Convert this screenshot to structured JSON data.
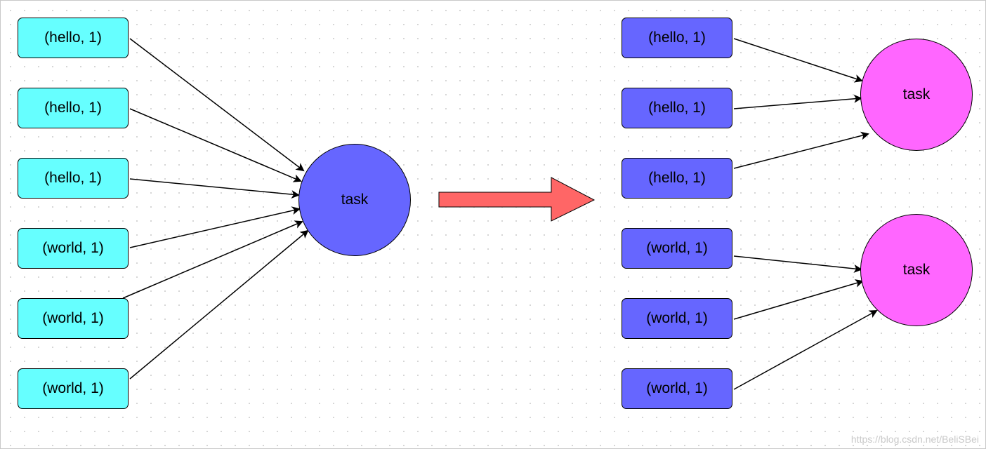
{
  "left_group": {
    "inputs": [
      "(hello, 1)",
      "(hello, 1)",
      "(hello, 1)",
      "(world, 1)",
      "(world, 1)",
      "(world, 1)"
    ],
    "task_label": "task",
    "input_color": "#66ffff",
    "task_color": "#6666ff"
  },
  "right_group": {
    "inputs": [
      "(hello, 1)",
      "(hello, 1)",
      "(hello, 1)",
      "(world, 1)",
      "(world, 1)",
      "(world, 1)"
    ],
    "tasks": [
      "task",
      "task"
    ],
    "input_color": "#6666ff",
    "task_color": "#ff66ff"
  },
  "transform_arrow": {
    "color": "#ff6666"
  },
  "watermark": "https://blog.csdn.net/BeliSBei"
}
